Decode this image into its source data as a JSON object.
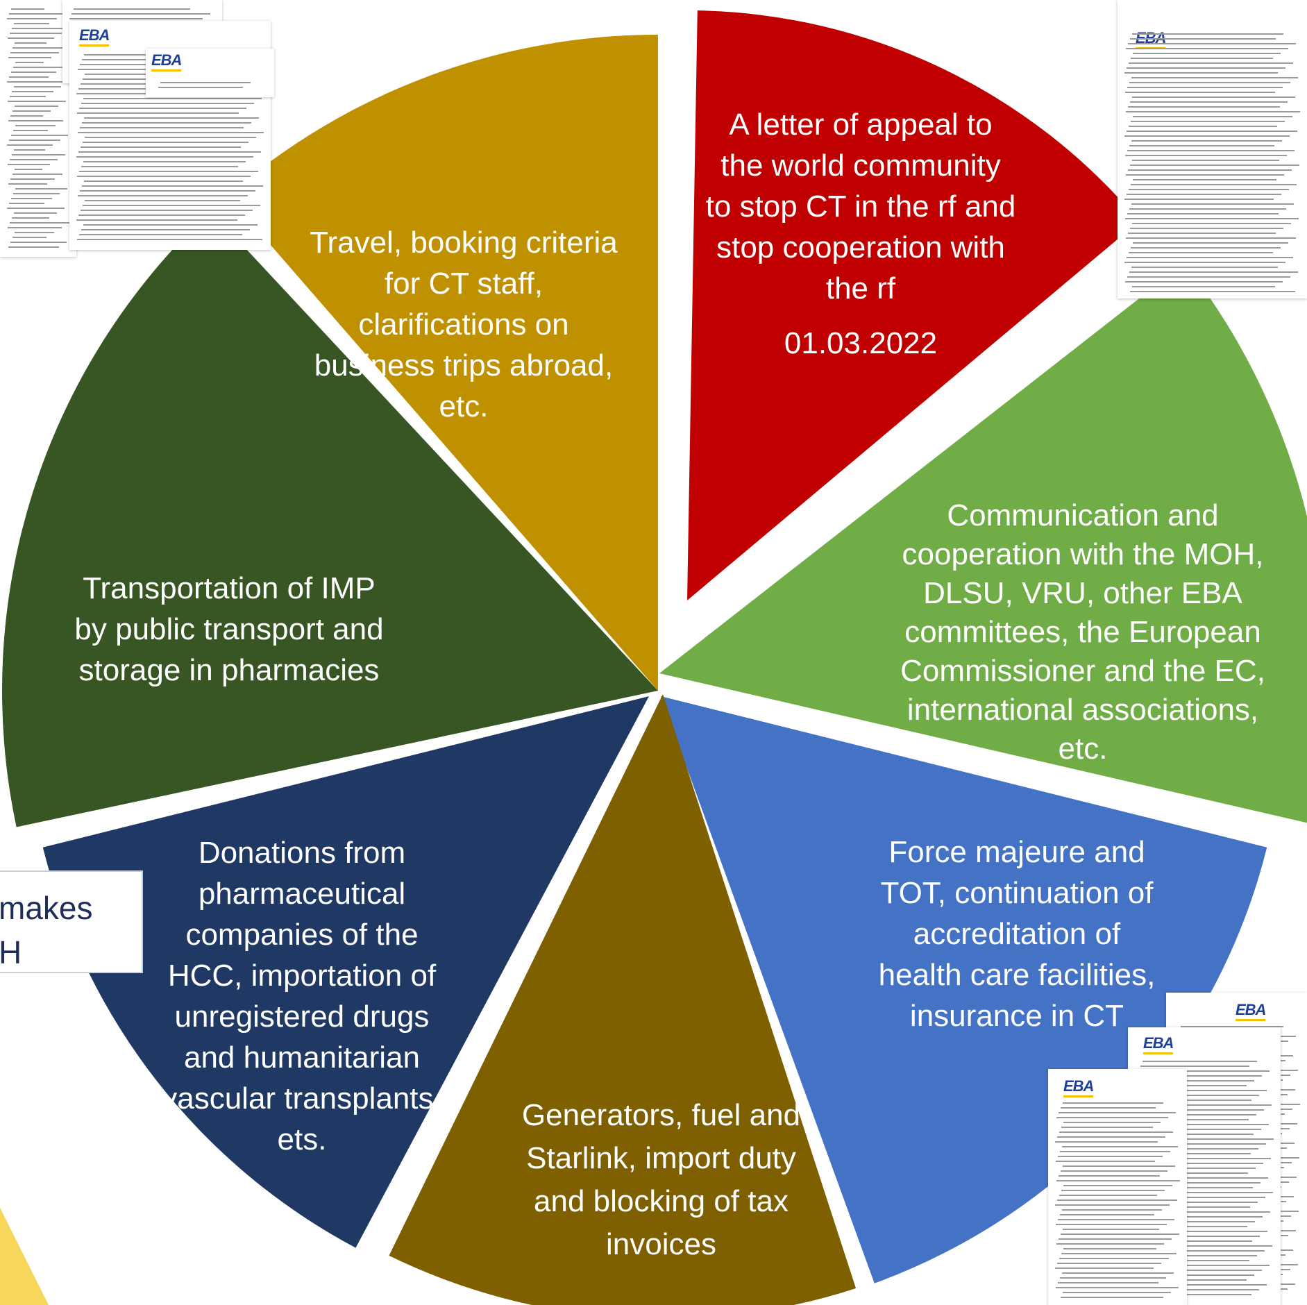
{
  "diagram": {
    "segments": [
      {
        "id": "appeal",
        "color": "#c00000",
        "lines": [
          "A letter of appeal to",
          "the world community",
          "to stop CT in the rf and",
          "stop cooperation with",
          "the rf"
        ],
        "date": "01.03.2022"
      },
      {
        "id": "communication",
        "color": "#70ad47",
        "lines": [
          "Communication and",
          "cooperation with the MOH,",
          "DLSU, VRU, other EBA",
          "committees, the European",
          "Commissioner and the EC,",
          "international associations,",
          "etc."
        ]
      },
      {
        "id": "force-majeure",
        "color": "#4472c4",
        "lines": [
          "Force majeure and",
          "TOT, continuation of",
          "accreditation of",
          "health care facilities,",
          "insurance in CT"
        ]
      },
      {
        "id": "generators",
        "color": "#7f6000",
        "lines": [
          "Generators, fuel and",
          "Starlink, import duty",
          "and blocking of tax",
          "invoices"
        ]
      },
      {
        "id": "donations",
        "color": "#203864",
        "lines": [
          "Donations from",
          "pharmaceutical",
          "companies of the",
          "HCC, importation of",
          "unregistered drugs",
          "and humanitarian",
          "vascular transplants,",
          "ets."
        ]
      },
      {
        "id": "transportation",
        "color": "#375623",
        "lines": [
          "Transportation of IMP",
          "by public transport and",
          "storage in pharmacies"
        ]
      },
      {
        "id": "travel",
        "color": "#bf9000",
        "lines": [
          "Travel, booking criteria",
          "for CT staff,",
          "clarifications on",
          "business trips abroad,",
          "etc."
        ]
      }
    ]
  },
  "callout": {
    "text": "makes\nH"
  },
  "documents": {
    "logo_text": "EBA"
  }
}
